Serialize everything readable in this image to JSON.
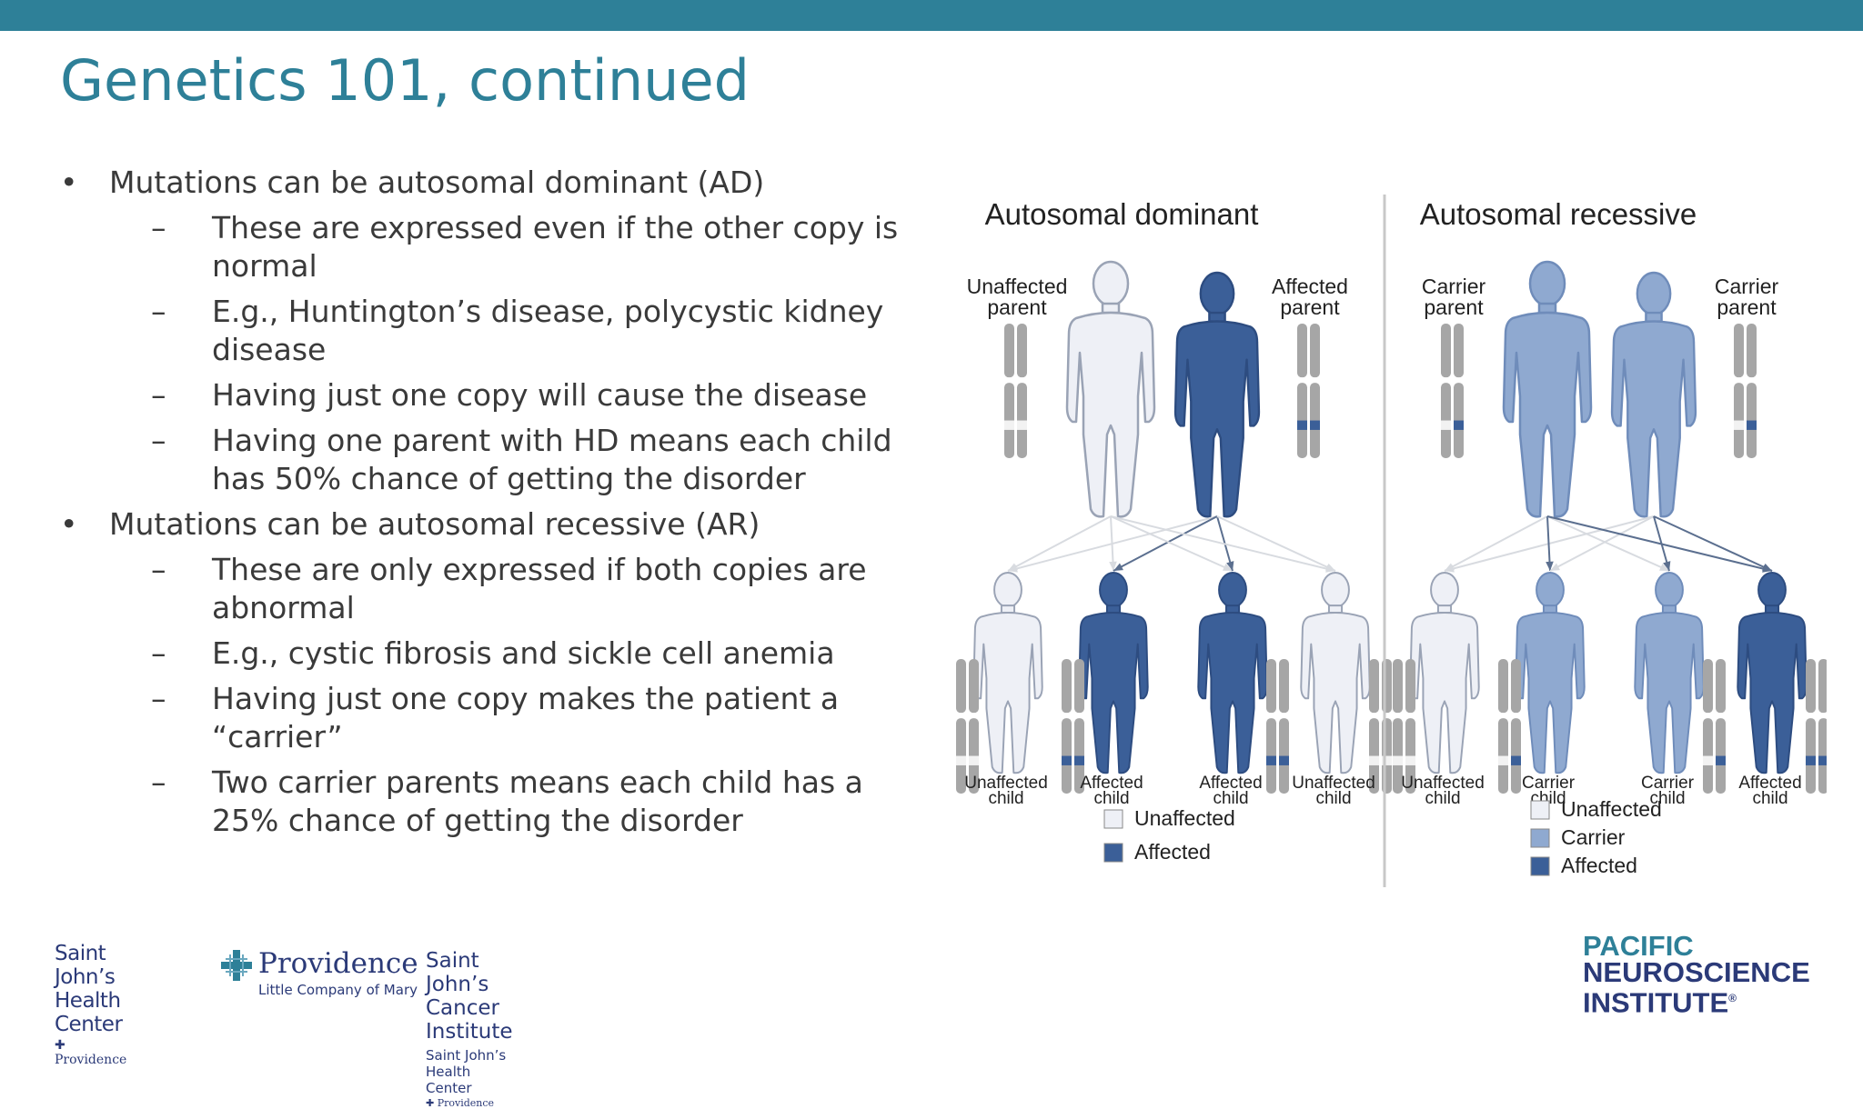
{
  "slide": {
    "title": "Genetics 101, continued"
  },
  "bullets": [
    {
      "text": "Mutations can be autosomal dominant (AD)",
      "subs": [
        "These are expressed even if the other copy is normal",
        "E.g., Huntington’s disease, polycystic kidney disease",
        "Having just one copy will cause the disease",
        "Having one parent with HD means each child has 50% chance of getting the disorder"
      ]
    },
    {
      "text": "Mutations can be autosomal recessive (AR)",
      "subs": [
        "These are only expressed if both copies are abnormal",
        "E.g., cystic fibrosis and sickle cell anemia",
        "Having just one copy makes the patient a “carrier”",
        "Two carrier parents means each child has a 25% chance of getting the disorder"
      ]
    }
  ],
  "figure": {
    "colors": {
      "unaffected": "#eef0f6",
      "carrier": "#8fa9d0",
      "affected": "#3b5f98",
      "chromosome": "#a6a6a6",
      "arrow_light": "#d8dbe0",
      "arrow_dark": "#5b6f8f"
    },
    "dominant": {
      "title": "Autosomal dominant",
      "parent_left": {
        "line1": "Unaffected",
        "line2": "parent",
        "status": "unaffected"
      },
      "parent_right": {
        "line1": "Affected",
        "line2": "parent",
        "status": "affected"
      },
      "children": [
        {
          "line1": "Unaffected",
          "line2": "child",
          "status": "unaffected"
        },
        {
          "line1": "Affected",
          "line2": "child",
          "status": "affected"
        },
        {
          "line1": "Affected",
          "line2": "child",
          "status": "affected"
        },
        {
          "line1": "Unaffected",
          "line2": "child",
          "status": "unaffected"
        }
      ],
      "legend": [
        "Unaffected",
        "Affected"
      ]
    },
    "recessive": {
      "title": "Autosomal recessive",
      "parent_left": {
        "line1": "Carrier",
        "line2": "parent",
        "status": "carrier"
      },
      "parent_right": {
        "line1": "Carrier",
        "line2": "parent",
        "status": "carrier"
      },
      "children": [
        {
          "line1": "Unaffected",
          "line2": "child",
          "status": "unaffected"
        },
        {
          "line1": "Carrier",
          "line2": "child",
          "status": "carrier"
        },
        {
          "line1": "Carrier",
          "line2": "child",
          "status": "carrier"
        },
        {
          "line1": "Affected",
          "line2": "child",
          "status": "affected"
        }
      ],
      "legend": [
        "Unaffected",
        "Carrier",
        "Affected"
      ]
    }
  },
  "footer": {
    "sjhc": {
      "line1": "Saint John’s",
      "line2": "Health Center",
      "line3": "Providence"
    },
    "providence": {
      "name": "Providence",
      "sub": "Little Company of Mary"
    },
    "sjci": {
      "line1": "Saint John’s Cancer Institute",
      "line2": "Saint John’s Health Center",
      "line3": "Providence"
    },
    "pni": {
      "line1": "PACIFIC",
      "line2": "NEUROSCIENCE",
      "line3": "INSTITUTE",
      "mark": "®"
    }
  }
}
